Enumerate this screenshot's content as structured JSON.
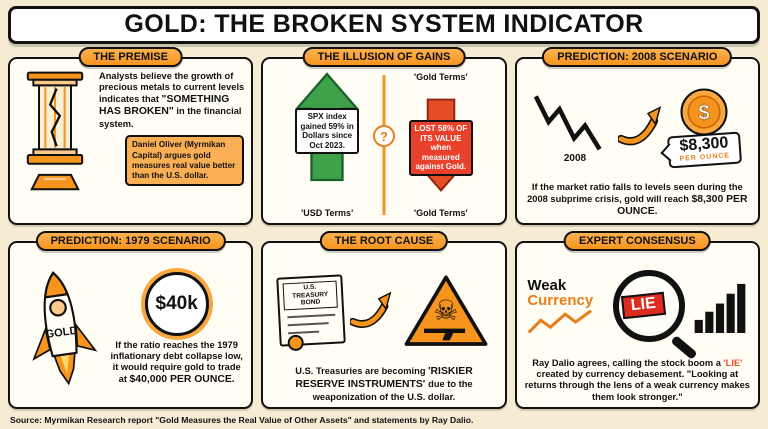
{
  "title": "GOLD: THE BROKEN SYSTEM INDICATOR",
  "source": "Source: Myrmikan Research report \"Gold Measures the Real Value of Other Assets\" and statements by Ray Dalio.",
  "colors": {
    "orange": "#F7941E",
    "green": "#3FA24A",
    "red": "#E8402A",
    "cream": "#F6ECD4",
    "black": "#111111"
  },
  "panels": {
    "premise": {
      "title": "THE PREMISE",
      "body_pre": "Analysts believe the growth of precious metals to current levels indicates that ",
      "body_bold": "\"SOMETHING HAS BROKEN\"",
      "body_post": " in the financial system.",
      "note": "Daniel Oliver (Myrmikan Capital) argues gold measures real value better than the U.S. dollar."
    },
    "illusion": {
      "title": "THE ILLUSION OF GAINS",
      "up_text": "SPX index gained 59% in Dollars since Oct 2023.",
      "usd_terms_label": "'USD Terms'",
      "gold_terms_top": "'Gold Terms'",
      "gold_terms_bottom": "'Gold Terms'",
      "down_text": "LOST 58% OF ITS VALUE when measured against Gold.",
      "question_mark": "?"
    },
    "prediction2008": {
      "title": "PREDICTION: 2008 SCENARIO",
      "year": "2008",
      "coin_symbol": "$",
      "tag_price": "$8,300",
      "tag_unit": "PER OUNCE",
      "body_pre": "If the market ratio falls to levels seen during the 2008 subprime crisis, gold will reach ",
      "body_bold": "$8,300 PER OUNCE."
    },
    "prediction1979": {
      "title": "PREDICTION: 1979 SCENARIO",
      "rocket_label": "GOLD",
      "badge": "$40k",
      "body_pre": "If the ratio reaches the 1979 inflationary debt collapse low, it would require gold to trade at ",
      "body_bold": "$40,000 PER OUNCE."
    },
    "rootcause": {
      "title": "THE ROOT CAUSE",
      "bond_label": "U.S. TREASURY BOND",
      "skull_glyph": "☠",
      "body_pre": "U.S. Treasuries are becoming ",
      "body_bold": "'RISKIER RESERVE INSTRUMENTS' ",
      "body_post": "due to the weaponization of the U.S. dollar."
    },
    "consensus": {
      "title": "EXPERT CONSENSUS",
      "weak_word": "Weak",
      "currency_word": "Currency",
      "lie": "LIE",
      "body_pre": "Ray Dalio agrees, calling the stock boom a ",
      "body_lie": "'LIE'",
      "body_post": " created by currency debasement. \"Looking at returns through the lens of a weak currency makes them look stronger.\""
    }
  }
}
